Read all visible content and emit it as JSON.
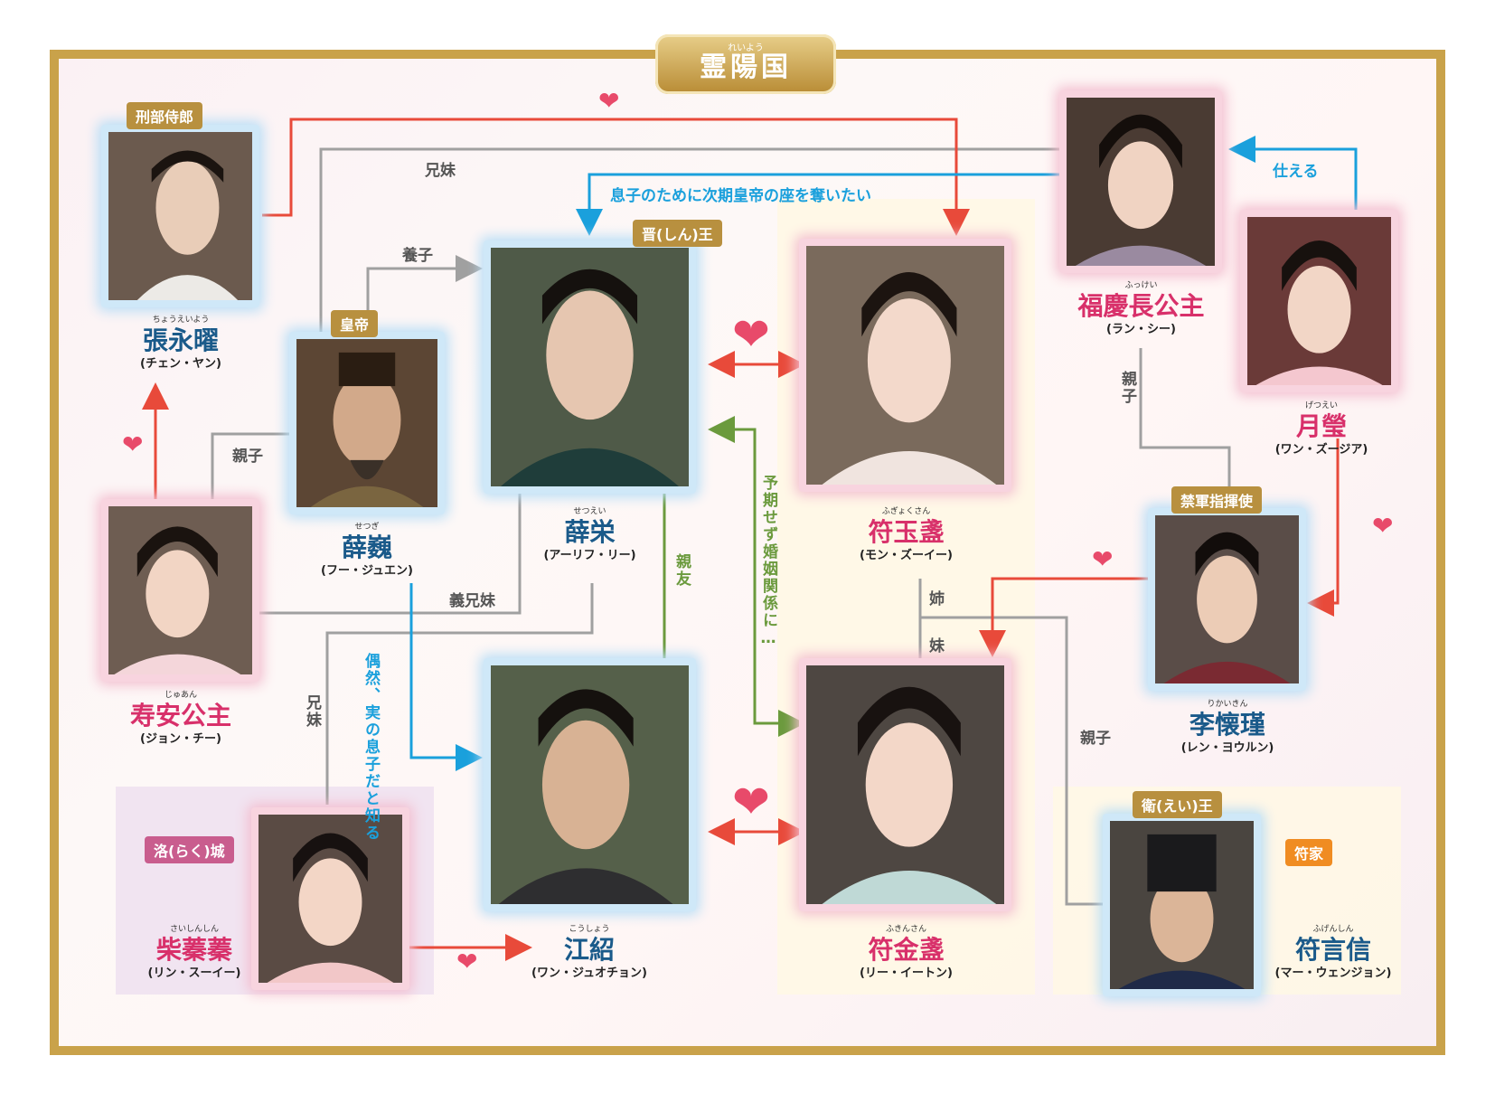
{
  "title": {
    "ruby": "れいよう",
    "text": "霊陽国"
  },
  "colors": {
    "frame_gold": "#c9a24a",
    "blue_name": "#1a5a8a",
    "pink_name": "#d8306a",
    "line_gray": "#a0a0a0",
    "line_red": "#e84a3a",
    "line_blue": "#1aa0dc",
    "line_green": "#6b9a3d",
    "heart": "#e84a6a"
  },
  "tags": {
    "keibu": "刑部侍郎",
    "emperor": "皇帝",
    "shin_ou": "晋(しん)王",
    "kinguns": "禁軍指揮使",
    "ei_ou": "衛(えい)王",
    "raku": "洛(らく)城",
    "fu_house": "符家"
  },
  "characters": {
    "zhang": {
      "ruby": "ちょうえいよう",
      "name": "張永曜",
      "actor": "(チェン・ヤン)"
    },
    "xue_wei": {
      "ruby": "せつぎ",
      "name": "薛巍",
      "actor": "(フー・ジュエン)"
    },
    "xue_rong": {
      "ruby": "せつえい",
      "name": "薛栄",
      "actor": "(アーリフ・リー)"
    },
    "fu_yuzhan": {
      "ruby": "ふぎょくさん",
      "name": "符玉盞",
      "actor": "(モン・ズーイー)"
    },
    "fuqing": {
      "ruby": "ふっけい",
      "name": "福慶長公主",
      "actor": "(ラン・シー)"
    },
    "yueying": {
      "ruby": "げつえい",
      "name": "月瑩",
      "actor": "(ワン・ズージア)"
    },
    "shouan": {
      "ruby": "じゅあん",
      "name": "寿安公主",
      "actor": "(ジョン・チー)"
    },
    "li_huaijin": {
      "ruby": "りかいきん",
      "name": "李懐瑾",
      "actor": "(レン・ヨウルン)"
    },
    "jiang_shao": {
      "ruby": "こうしょう",
      "name": "江紹",
      "actor": "(ワン・ジュオチョン)"
    },
    "fu_jinzhan": {
      "ruby": "ふきんさん",
      "name": "符金盞",
      "actor": "(リー・イートン)"
    },
    "chai": {
      "ruby": "さいしんしん",
      "name": "柴蓁蓁",
      "actor": "(リン・スーイー)"
    },
    "fu_yanxin": {
      "ruby": "ふげんしん",
      "name": "符言信",
      "actor": "(マー・ウェンジョン)"
    }
  },
  "relations": {
    "siblings_top": "兄妹",
    "scheme": "息子のために次期皇帝の座を奪いたい",
    "serve": "仕える",
    "adopted": "養子",
    "parent_child_left": "親子",
    "parent_child_right": "親子",
    "parent_child_bottom": "親子",
    "in_law_siblings": "義兄妹",
    "coincidence": "偶然、実の息子だと知る",
    "siblings_left": "兄妹",
    "best_friend": "親友",
    "unexpected": "予期せず婚姻関係に…",
    "elder_sister": "姉",
    "younger_sister": "妹"
  }
}
